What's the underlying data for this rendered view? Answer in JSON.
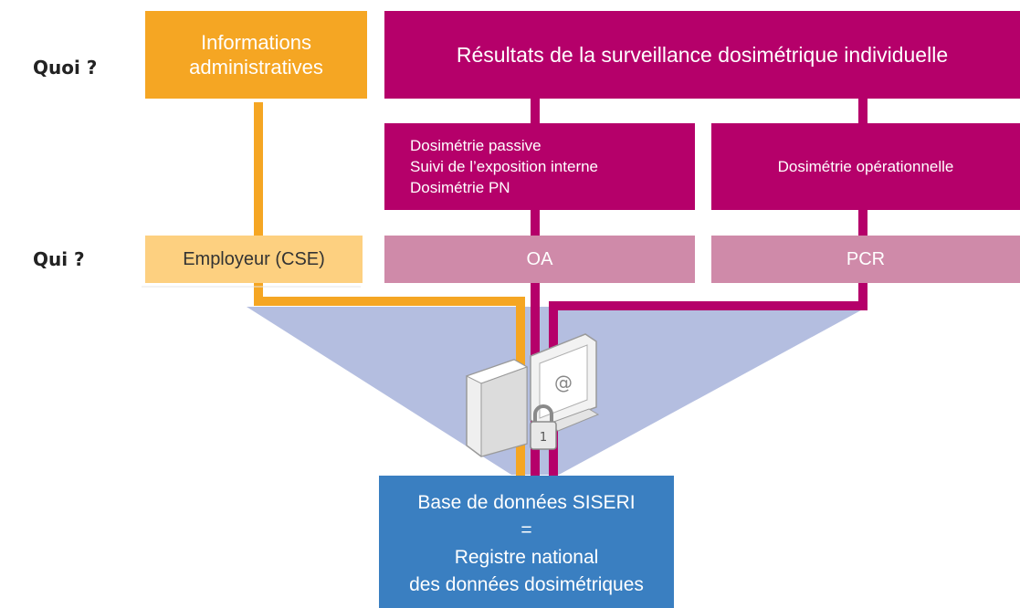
{
  "rows": {
    "quoi": "Quoi ?",
    "qui": "Qui ?"
  },
  "top": {
    "admin": [
      "Informations",
      "administratives"
    ],
    "results": "Résultats de la surveillance dosimétrique individuelle"
  },
  "middle": {
    "passive": [
      "Dosimétrie passive",
      "Suivi de l’exposition interne",
      "Dosimétrie PN"
    ],
    "operational": "Dosimétrie opérationnelle"
  },
  "who": {
    "employer": "Employeur (CSE)",
    "oa": "OA",
    "pcr": "PCR"
  },
  "database": {
    "line1": "Base de données SISERI",
    "line2": "=",
    "line3": "Registre national",
    "line4": "des données dosimétriques"
  },
  "icons": {
    "computer": "computer-icon",
    "padlock": "padlock-icon",
    "at_sign": "@",
    "padlock_number": "1"
  },
  "colors": {
    "orange": "#f5a623",
    "light_orange": "#fdd080",
    "magenta": "#b5006a",
    "light_magenta": "#cf8aa9",
    "blue": "#3a7fc1",
    "funnel": "#b4bee0"
  }
}
